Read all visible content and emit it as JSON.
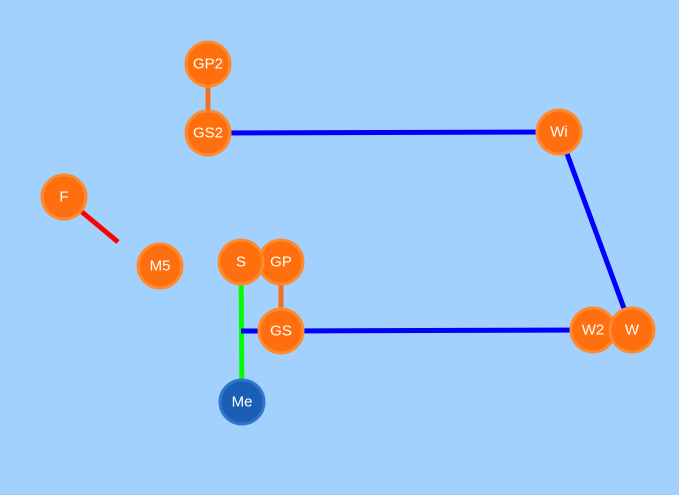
{
  "colors": {
    "background": "#a3d1fd",
    "node_orange": "#ff6f0f",
    "node_orange_stroke": "#ff8a2e",
    "node_blue": "#1b5eb5",
    "node_blue_stroke": "#2f76cc",
    "link_blue": "#0000ff",
    "link_orange": "#f26f1f",
    "link_red": "#ff0000",
    "link_green": "#00ff00"
  },
  "nodes": [
    {
      "id": "gp2",
      "label": "GP2",
      "color": "orange"
    },
    {
      "id": "gs2",
      "label": "GS2",
      "color": "orange"
    },
    {
      "id": "wi",
      "label": "Wi",
      "color": "orange"
    },
    {
      "id": "f",
      "label": "F",
      "color": "orange"
    },
    {
      "id": "m5",
      "label": "M5",
      "color": "orange"
    },
    {
      "id": "s",
      "label": "S",
      "color": "orange"
    },
    {
      "id": "gp",
      "label": "GP",
      "color": "orange"
    },
    {
      "id": "gs",
      "label": "GS",
      "color": "orange"
    },
    {
      "id": "w2",
      "label": "W2",
      "color": "orange"
    },
    {
      "id": "w",
      "label": "W",
      "color": "orange"
    },
    {
      "id": "me",
      "label": "Me",
      "color": "blue"
    }
  ],
  "links": [
    {
      "from": "gp2",
      "to": "gs2",
      "color": "orange"
    },
    {
      "from": "gs2",
      "to": "wi",
      "color": "blue"
    },
    {
      "from": "wi",
      "to": "w",
      "color": "blue"
    },
    {
      "from": "gs",
      "to": "w2",
      "color": "blue"
    },
    {
      "from": "gp",
      "to": "gs",
      "color": "orange"
    },
    {
      "from": "s",
      "to": "me",
      "color": "green"
    },
    {
      "from": "f",
      "to": "f-end",
      "color": "red"
    },
    {
      "from": "s-stub",
      "to": "gs",
      "color": "blue"
    }
  ]
}
